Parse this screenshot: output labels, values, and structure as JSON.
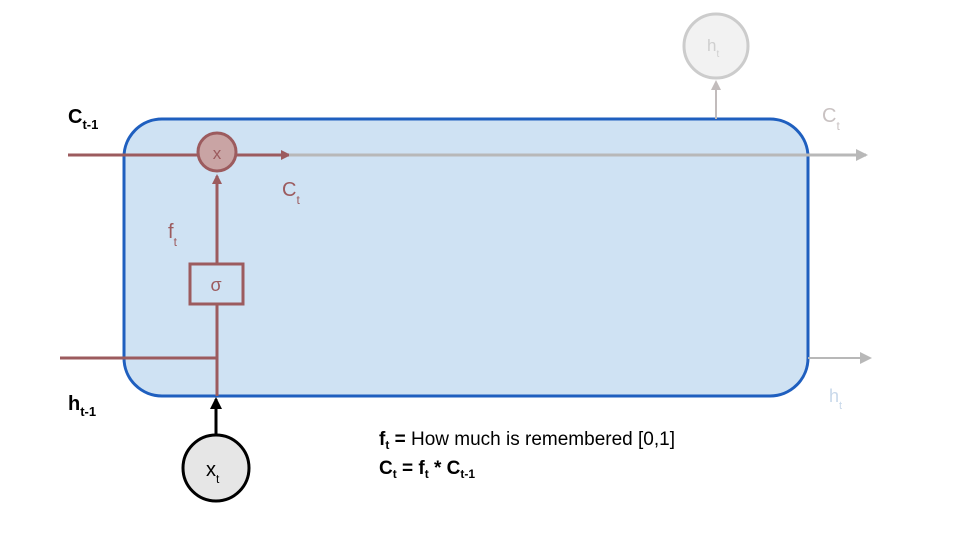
{
  "labels": {
    "c_prev_main": "C",
    "c_prev_sub": "t-1",
    "h_prev_main": "h",
    "h_prev_sub": "t-1",
    "c_out_main": "C",
    "c_out_sub": "t",
    "h_out_main": "h",
    "h_out_sub": "t",
    "h_top_main": "h",
    "h_top_sub": "t",
    "c_mid_main": "C",
    "c_mid_sub": "t",
    "f_main": "f",
    "f_sub": "t",
    "multiply_symbol": "x",
    "sigma_symbol": "σ",
    "x_in_main": "x",
    "x_in_sub": "t"
  },
  "formula": {
    "line1_f": "f",
    "line1_f_sub": "t",
    "line1_eq": " = ",
    "line1_text": "How much is remembered [0,1]",
    "line2_c": "C",
    "line2_c_sub": "t",
    "line2_eq": " = f",
    "line2_f_sub": "t",
    "line2_times": " * C",
    "line2_c_prev_sub": "t-1"
  },
  "colors": {
    "cell_fill": "#cfe2f3",
    "cell_border": "#1f5fbf",
    "gate": "#9c5b5e",
    "gate_fill": "#c9a4a4",
    "ghost": "#c2bcbc",
    "ghost_blue": "#c8d8ea"
  }
}
